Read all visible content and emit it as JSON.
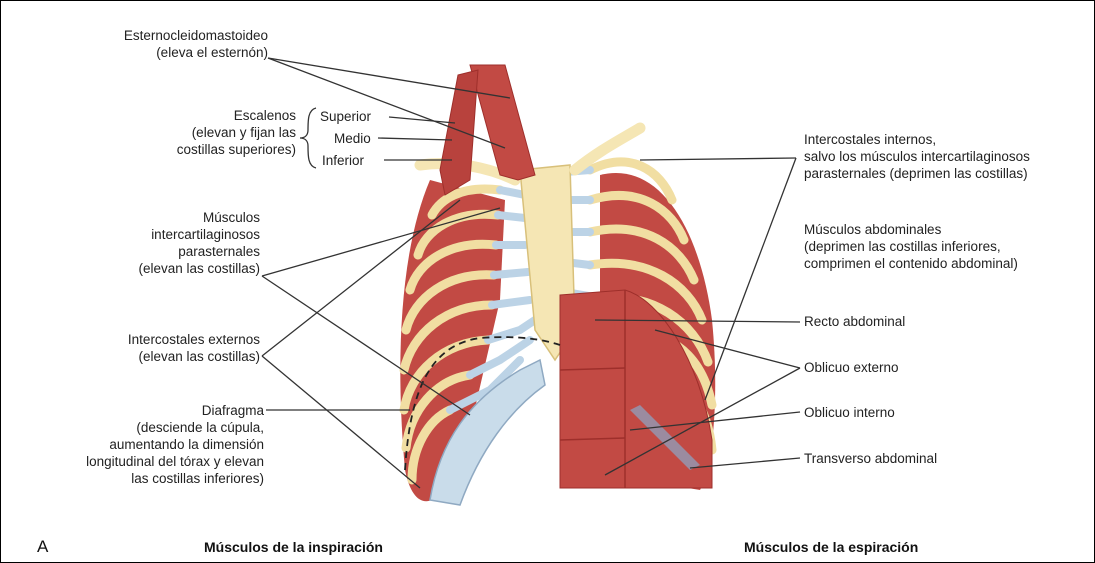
{
  "colors": {
    "muscle": "#c24a44",
    "muscle_dark": "#9e2f2b",
    "bone": "#f5e6b4",
    "bone_edge": "#d8c07a",
    "cartilage": "#bcd3e6",
    "cartilage_edge": "#8fa9c2",
    "leader": "#333333"
  },
  "left_labels": {
    "scm": [
      "Esternocleidomastoideo",
      "(eleva el esternón)"
    ],
    "scalenes": [
      "Escalenos",
      "(elevan y fijan las",
      "costillas superiores)"
    ],
    "scalene_superior": "Superior",
    "scalene_medio": "Medio",
    "scalene_inferior": "Inferior",
    "parasternal": [
      "Músculos",
      "intercartilaginosos",
      "parasternales",
      "(elevan las costillas)"
    ],
    "ext_intercostals": [
      "Intercostales externos",
      "(elevan las costillas)"
    ],
    "diaphragm": [
      "Diafragma",
      "(desciende la cúpula,",
      "aumentando la dimensión",
      "longitudinal del tórax y elevan",
      "las costillas inferiores)"
    ]
  },
  "right_labels": {
    "int_intercostals": [
      "Intercostales internos,",
      "salvo los músculos intercartilaginosos",
      "parasternales (deprimen las costillas)"
    ],
    "abdominals": [
      "Músculos abdominales",
      "(deprimen las costillas inferiores,",
      "comprimen el contenido abdominal)"
    ],
    "rectus": "Recto abdominal",
    "ext_oblique": "Oblicuo externo",
    "int_oblique": "Oblicuo interno",
    "transversus": "Transverso abdominal"
  },
  "captions": {
    "panel_letter": "A",
    "inspiration": "Músculos de la inspiración",
    "expiration": "Músculos de la espiración"
  }
}
